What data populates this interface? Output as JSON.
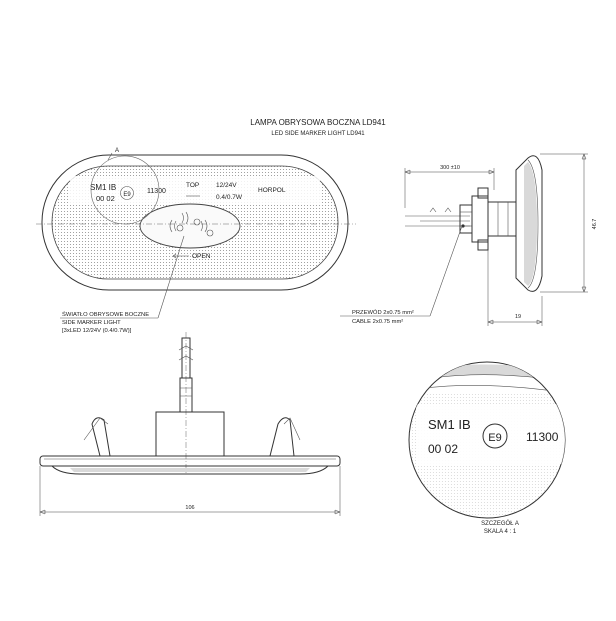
{
  "title": {
    "main": "LAMPA OBRYSOWA BOCZNA LD941",
    "sub": "LED SIDE MARKER LIGHT LD941"
  },
  "front_view": {
    "detail_marker": "A",
    "markings": {
      "approval_code": "SM1 IB",
      "date_code": "00 02",
      "e_mark": "E9",
      "number": "11300",
      "top_label": "TOP",
      "voltage": "12/24V",
      "power": "0.4/0.7W",
      "brand": "HORPOL",
      "open_label": "OPEN"
    },
    "callout": {
      "line1": "ŚWIATŁO OBRYSOWE BOCZNE",
      "line2": "SIDE MARKER LIGHT",
      "line3": "[3xLED 12/24V (0.4/0.7W)]"
    }
  },
  "side_view": {
    "dim_cable_length": "300 ±10",
    "dim_height": "46.7",
    "dim_depth": "19",
    "callout": {
      "line1": "PRZEWÓD 2x0.75 mm²",
      "line2": "CABLE 2x0.75 mm²"
    }
  },
  "bottom_view": {
    "dim_width": "106"
  },
  "detail": {
    "approval_code": "SM1 IB",
    "date_code": "00 02",
    "e_mark": "E9",
    "number": "11300",
    "label_line1": "SZCZEGÓŁ A",
    "label_line2": "SKALA 4 : 1"
  },
  "colors": {
    "line": "#333333",
    "lens_fill": "#e6e6e6"
  }
}
